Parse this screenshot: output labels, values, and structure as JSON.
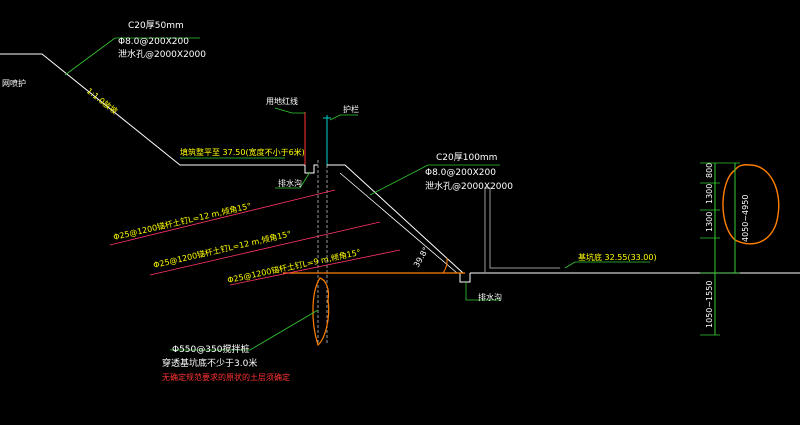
{
  "colors": {
    "background": "#000000",
    "white": "#ffffff",
    "green": "#33cc33",
    "yellow": "#ffff00",
    "red": "#ff3333",
    "orange": "#ff7f00",
    "magenta": "#ff4da6",
    "cyan": "#00cccc",
    "gray": "#bfbfbf",
    "dim": "#808080"
  },
  "labels": {
    "upper_spec_1": "C20厚50mm",
    "upper_spec_2": "Φ8.0@200X200",
    "upper_spec_3": "泄水孔@2000X2000",
    "left_edge": "网喷护",
    "slope_ratio": "1:1.0放坡",
    "red_line": "用地红线",
    "guardrail": "护栏",
    "backfill_elev": "填筑整平至 37.50(宽度不小于6米)",
    "drain_top": "排水沟",
    "mid_spec_1": "C20厚100mm",
    "mid_spec_2": "Φ8.0@200X200",
    "mid_spec_3": "泄水孔@2000X2000",
    "anchor_1": "Φ25@1200锚杆土钉L=12 m,倾角15°",
    "anchor_2": "Φ25@1200锚杆土钉L=12 m,倾角15°",
    "anchor_3": "Φ25@1200锚杆土钉L=9 m,倾角15°",
    "angle": "39.8°",
    "pit_elev": "基坑底 32.55(33.00)",
    "drain_bottom": "排水沟",
    "pile_spec_1": "Φ550@350搅拌桩",
    "pile_spec_2": "穿透基坑底不少于3.0米",
    "pile_note": "无确定规范要求的原状的土层须确定",
    "dim_800": "800",
    "dim_1300a": "1300",
    "dim_1300b": "1300",
    "dim_4050": "4050~4950",
    "dim_1050": "1050~1550"
  }
}
